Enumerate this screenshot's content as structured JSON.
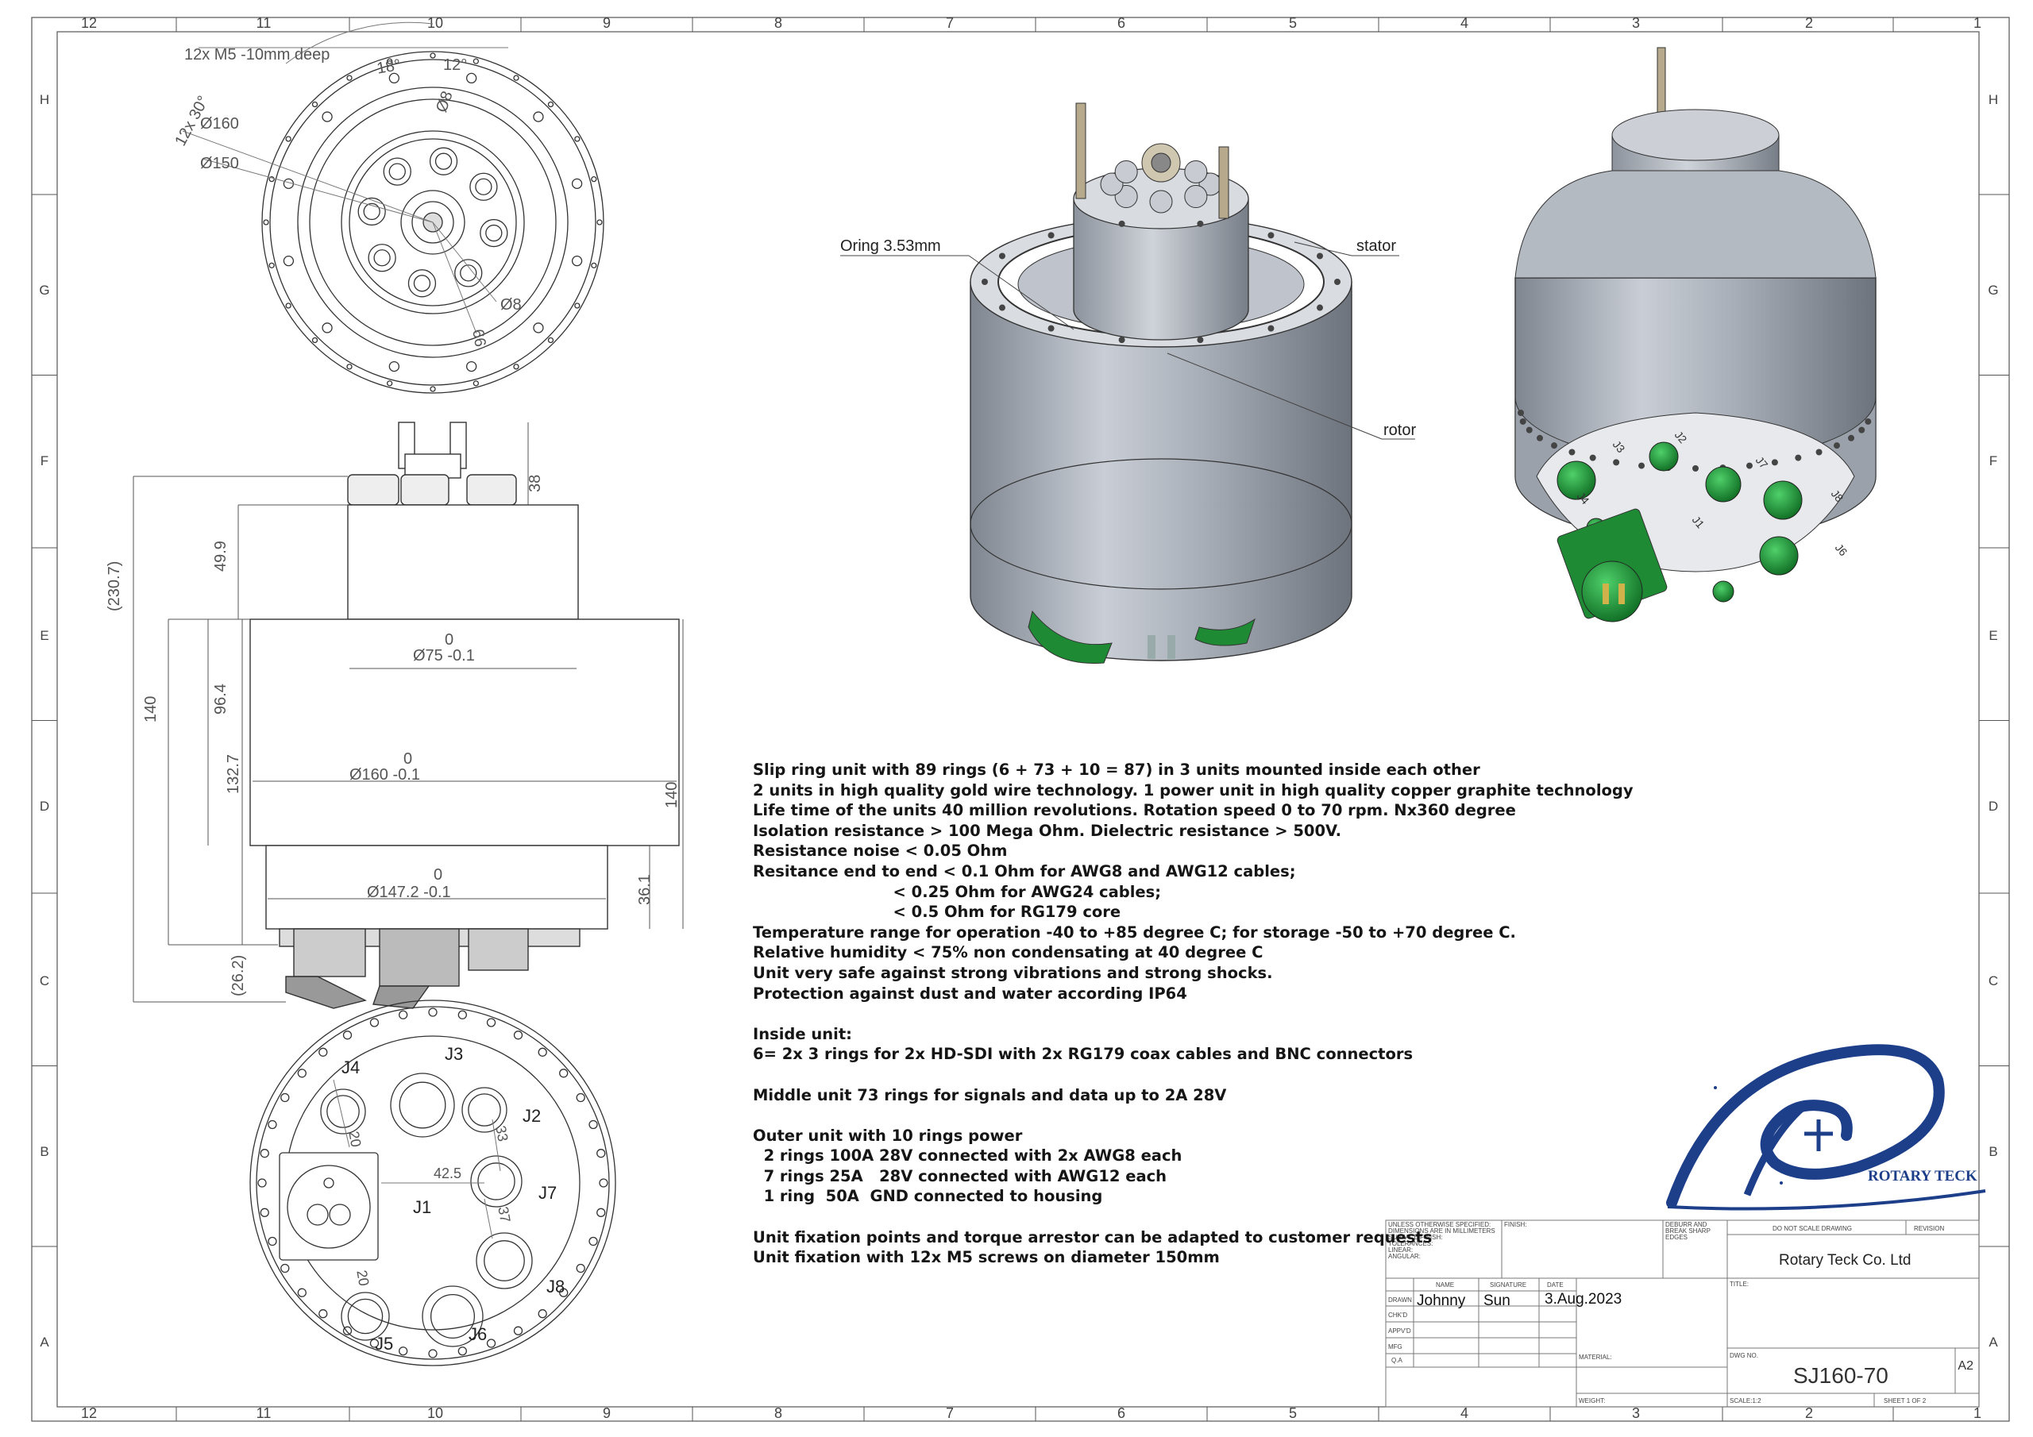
{
  "border": {
    "columns": [
      "12",
      "11",
      "10",
      "9",
      "8",
      "7",
      "6",
      "5",
      "4",
      "3",
      "2",
      "1"
    ],
    "rows": [
      "H",
      "G",
      "F",
      "E",
      "D",
      "C",
      "B",
      "A"
    ]
  },
  "top_view": {
    "callouts": [
      "12x M5 -10mm deep",
      "12x 30°",
      "18°",
      "12°",
      "Ø160",
      "Ø150",
      "Ø8",
      "Ø8",
      "66"
    ]
  },
  "side_view": {
    "dims": {
      "d230": "(230.7)",
      "d38": "38",
      "d49": "49.9",
      "d140l": "140",
      "d96": "96.4",
      "d132": "132.7",
      "d140r": "140",
      "d36": "36.1",
      "d26": "(26.2)",
      "dia75": "Ø75 -0.1",
      "z75": "0",
      "dia160": "Ø160 -0.1",
      "z160": "0",
      "dia147": "Ø147.2 -0.1",
      "z147": "0"
    }
  },
  "iso_view": {
    "labels": {
      "oring": "Oring 3.53mm",
      "stator": "stator",
      "rotor": "rotor"
    }
  },
  "bottom_view": {
    "connectors": [
      "J3",
      "J4",
      "J2",
      "J7",
      "J1",
      "J8",
      "J5",
      "J6"
    ],
    "dims": [
      "20",
      "33",
      "42.5",
      "37",
      "20"
    ]
  },
  "rear_iso_view": {
    "connectors": [
      "J3",
      "J2",
      "J7",
      "J4",
      "J1",
      "J8",
      "J6"
    ]
  },
  "notes": [
    "Slip ring unit with 89 rings (6 + 73 + 10 = 87) in 3 units mounted inside each other",
    "2 units in high quality gold wire technology. 1 power unit in high quality copper graphite technology",
    "Life time of the units 40 million revolutions. Rotation speed 0 to 70 rpm. Nx360 degree",
    "Isolation resistance > 100 Mega Ohm. Dielectric resistance > 500V.",
    "Resistance noise < 0.05 Ohm",
    "Resitance end to end < 0.1 Ohm for AWG8 and AWG12 cables;",
    "                          < 0.25 Ohm for AWG24 cables;",
    "                          < 0.5 Ohm for RG179 core",
    "Temperature range for operation -40 to +85 degree C; for storage -50 to +70 degree C.",
    "Relative humidity < 75% non condensating at 40 degree C",
    "Unit very safe against strong vibrations and strong shocks.",
    "Protection against dust and water according IP64",
    "",
    "Inside unit:",
    "6= 2x 3 rings for 2x HD-SDI with 2x RG179 coax cables and BNC connectors",
    "",
    "Middle unit 73 rings for signals and data up to 2A 28V",
    "",
    "Outer unit with 10 rings power",
    "  2 rings 100A 28V connected with 2x AWG8 each",
    "  7 rings 25A   28V connected with AWG12 each",
    "  1 ring  50A  GND connected to housing",
    "",
    "Unit fixation points and torque arrestor can be adapted to customer requests",
    "Unit fixation with 12x M5 screws on diameter 150mm"
  ],
  "logo": {
    "text": "ROTARY TECK"
  },
  "title_block": {
    "tolerances": [
      "UNLESS OTHERWISE SPECIFIED:",
      "DIMENSIONS ARE IN MILLIMETERS",
      "SURFACE FINISH:",
      "TOLERANCES:",
      "  LINEAR:",
      "  ANGULAR:"
    ],
    "finish": "FINISH:",
    "deburr": [
      "DEBURR AND",
      "BREAK SHARP",
      "EDGES"
    ],
    "do_not_scale": "DO NOT SCALE DRAWING",
    "revision": "REVISION",
    "company": "Rotary Teck Co. Ltd",
    "title_label": "TITLE:",
    "col_name": "NAME",
    "col_signature": "SIGNATURE",
    "col_date": "DATE",
    "row_drawn": "DRAWN",
    "row_chkd": "CHK'D",
    "row_appvd": "APPV'D",
    "row_mfg": "MFG",
    "row_qa": "Q.A",
    "drawn_name": "Johnny",
    "drawn_signature": "Sun",
    "drawn_date": "3.Aug.2023",
    "material": "MATERIAL:",
    "weight": "WEIGHT:",
    "dwg_no_label": "DWG NO.",
    "dwg_no": "SJ160-70",
    "size": "A2",
    "scale": "SCALE:1:2",
    "sheet": "SHEET 1 OF 2"
  }
}
